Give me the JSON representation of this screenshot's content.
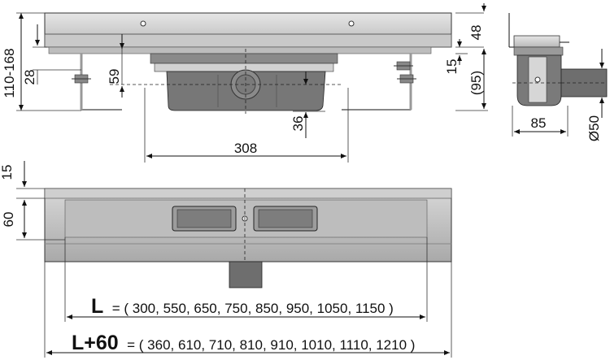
{
  "dimensions": {
    "d48": "48",
    "d15_right": "15",
    "d95": "(95)",
    "d110_168": "110-168",
    "d28": "28",
    "d59": "59",
    "d36": "36",
    "d308": "308",
    "d85": "85",
    "d50": "Ø50",
    "d15_left": "15",
    "d60": "60"
  },
  "length_lines": {
    "l_label": "L",
    "l_values": "= ( 300, 550, 650, 750, 850, 950, 1050, 1150 )",
    "l60_label": "L+60",
    "l60_values": "= ( 360, 610, 710, 810, 910, 1010, 1110, 1210 )"
  }
}
